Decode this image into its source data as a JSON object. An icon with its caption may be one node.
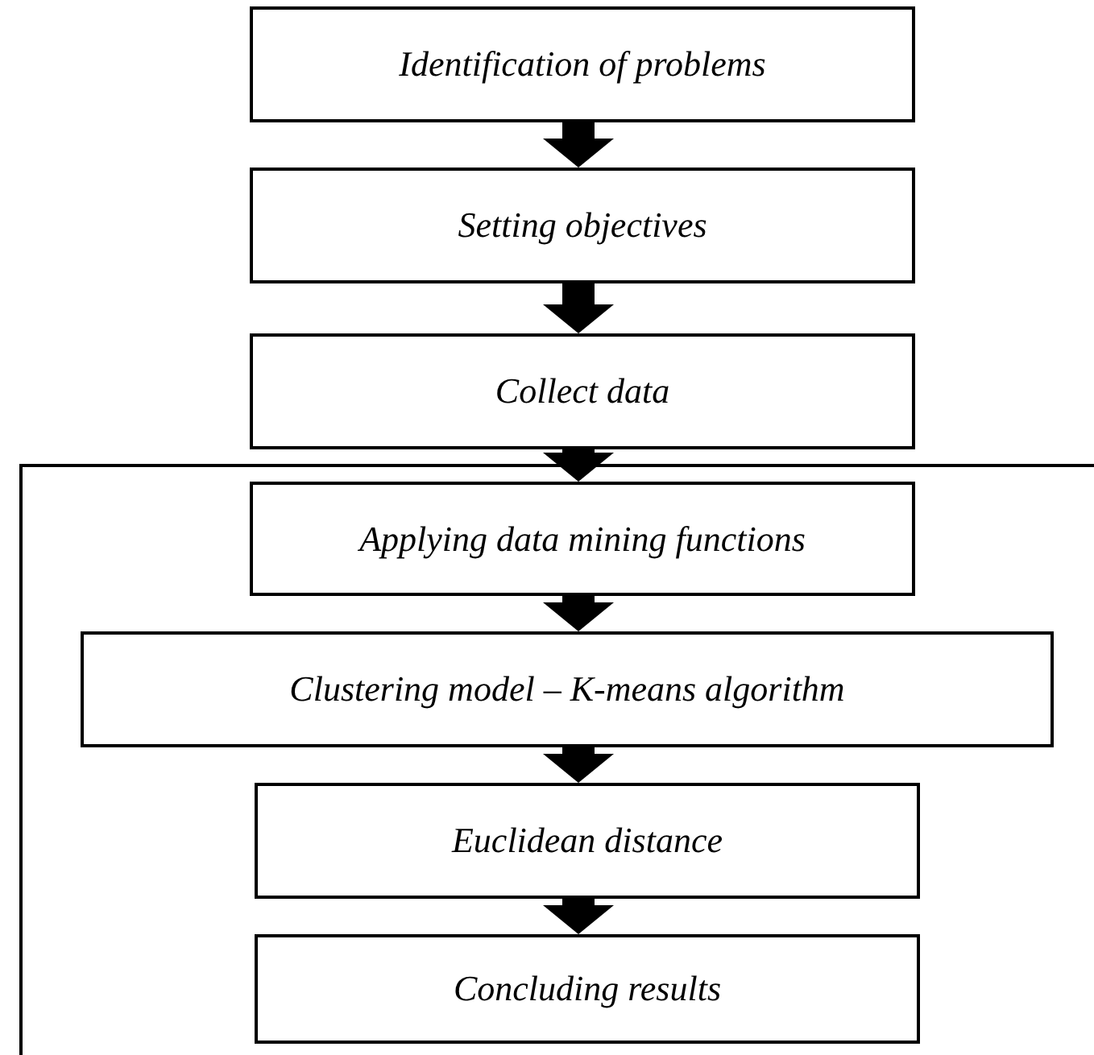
{
  "diagram": {
    "nodes": [
      {
        "text": [
          "Identification of problems"
        ]
      },
      {
        "text": [
          "Setting objectives"
        ]
      },
      {
        "text": [
          "Collect data"
        ]
      },
      {
        "text": [],
        "shape": "box"
      },
      {
        "text": [
          "Applying data mining functions"
        ],
        "in": 3
      },
      {
        "text": [
          "Clustering model – K-means algorithm"
        ],
        "in": 3
      },
      {
        "text": [
          "Euclidean distance"
        ],
        "in": 3
      },
      {
        "text": [
          "Concluding results"
        ],
        "in": 3
      }
    ],
    "edges": [
      {
        "from": 0,
        "to": 1,
        "arrow": "to"
      },
      {
        "from": 1,
        "to": 2,
        "arrow": "to"
      },
      {
        "from": 2,
        "to": 4,
        "arrow": "to"
      },
      {
        "from": 4,
        "to": 5,
        "arrow": "to"
      },
      {
        "from": 5,
        "to": 6,
        "arrow": "to"
      },
      {
        "from": 6,
        "to": 7,
        "arrow": "to"
      }
    ]
  }
}
